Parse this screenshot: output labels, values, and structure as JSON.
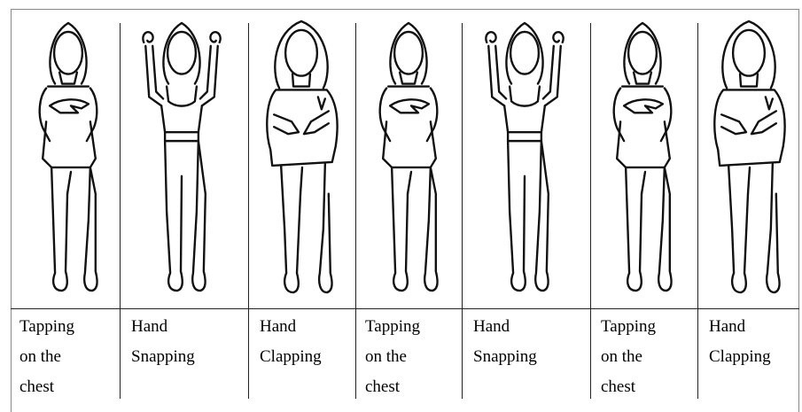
{
  "panels": [
    {
      "pose": "tapping-chest",
      "caption": [
        "Tapping",
        "on the",
        "chest"
      ]
    },
    {
      "pose": "hand-snapping",
      "caption": [
        "Hand",
        "Snapping"
      ]
    },
    {
      "pose": "hand-clapping",
      "caption": [
        "Hand",
        "Clapping"
      ]
    },
    {
      "pose": "tapping-chest",
      "caption": [
        "Tapping",
        "on the",
        "chest"
      ]
    },
    {
      "pose": "hand-snapping",
      "caption": [
        "Hand",
        "Snapping"
      ]
    },
    {
      "pose": "tapping-chest",
      "caption": [
        "Tapping",
        "on the",
        "chest"
      ]
    },
    {
      "pose": "hand-clapping",
      "caption": [
        "Hand",
        "Clapping"
      ]
    }
  ]
}
